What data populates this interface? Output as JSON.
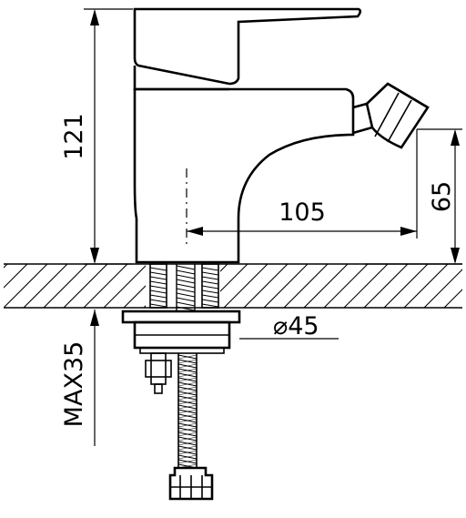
{
  "drawing": {
    "dimensions": {
      "overall_height": "121",
      "spout_height": "65",
      "spout_reach": "105",
      "base_diameter": "⌀45",
      "max_deck_thickness": "MAX35"
    }
  }
}
